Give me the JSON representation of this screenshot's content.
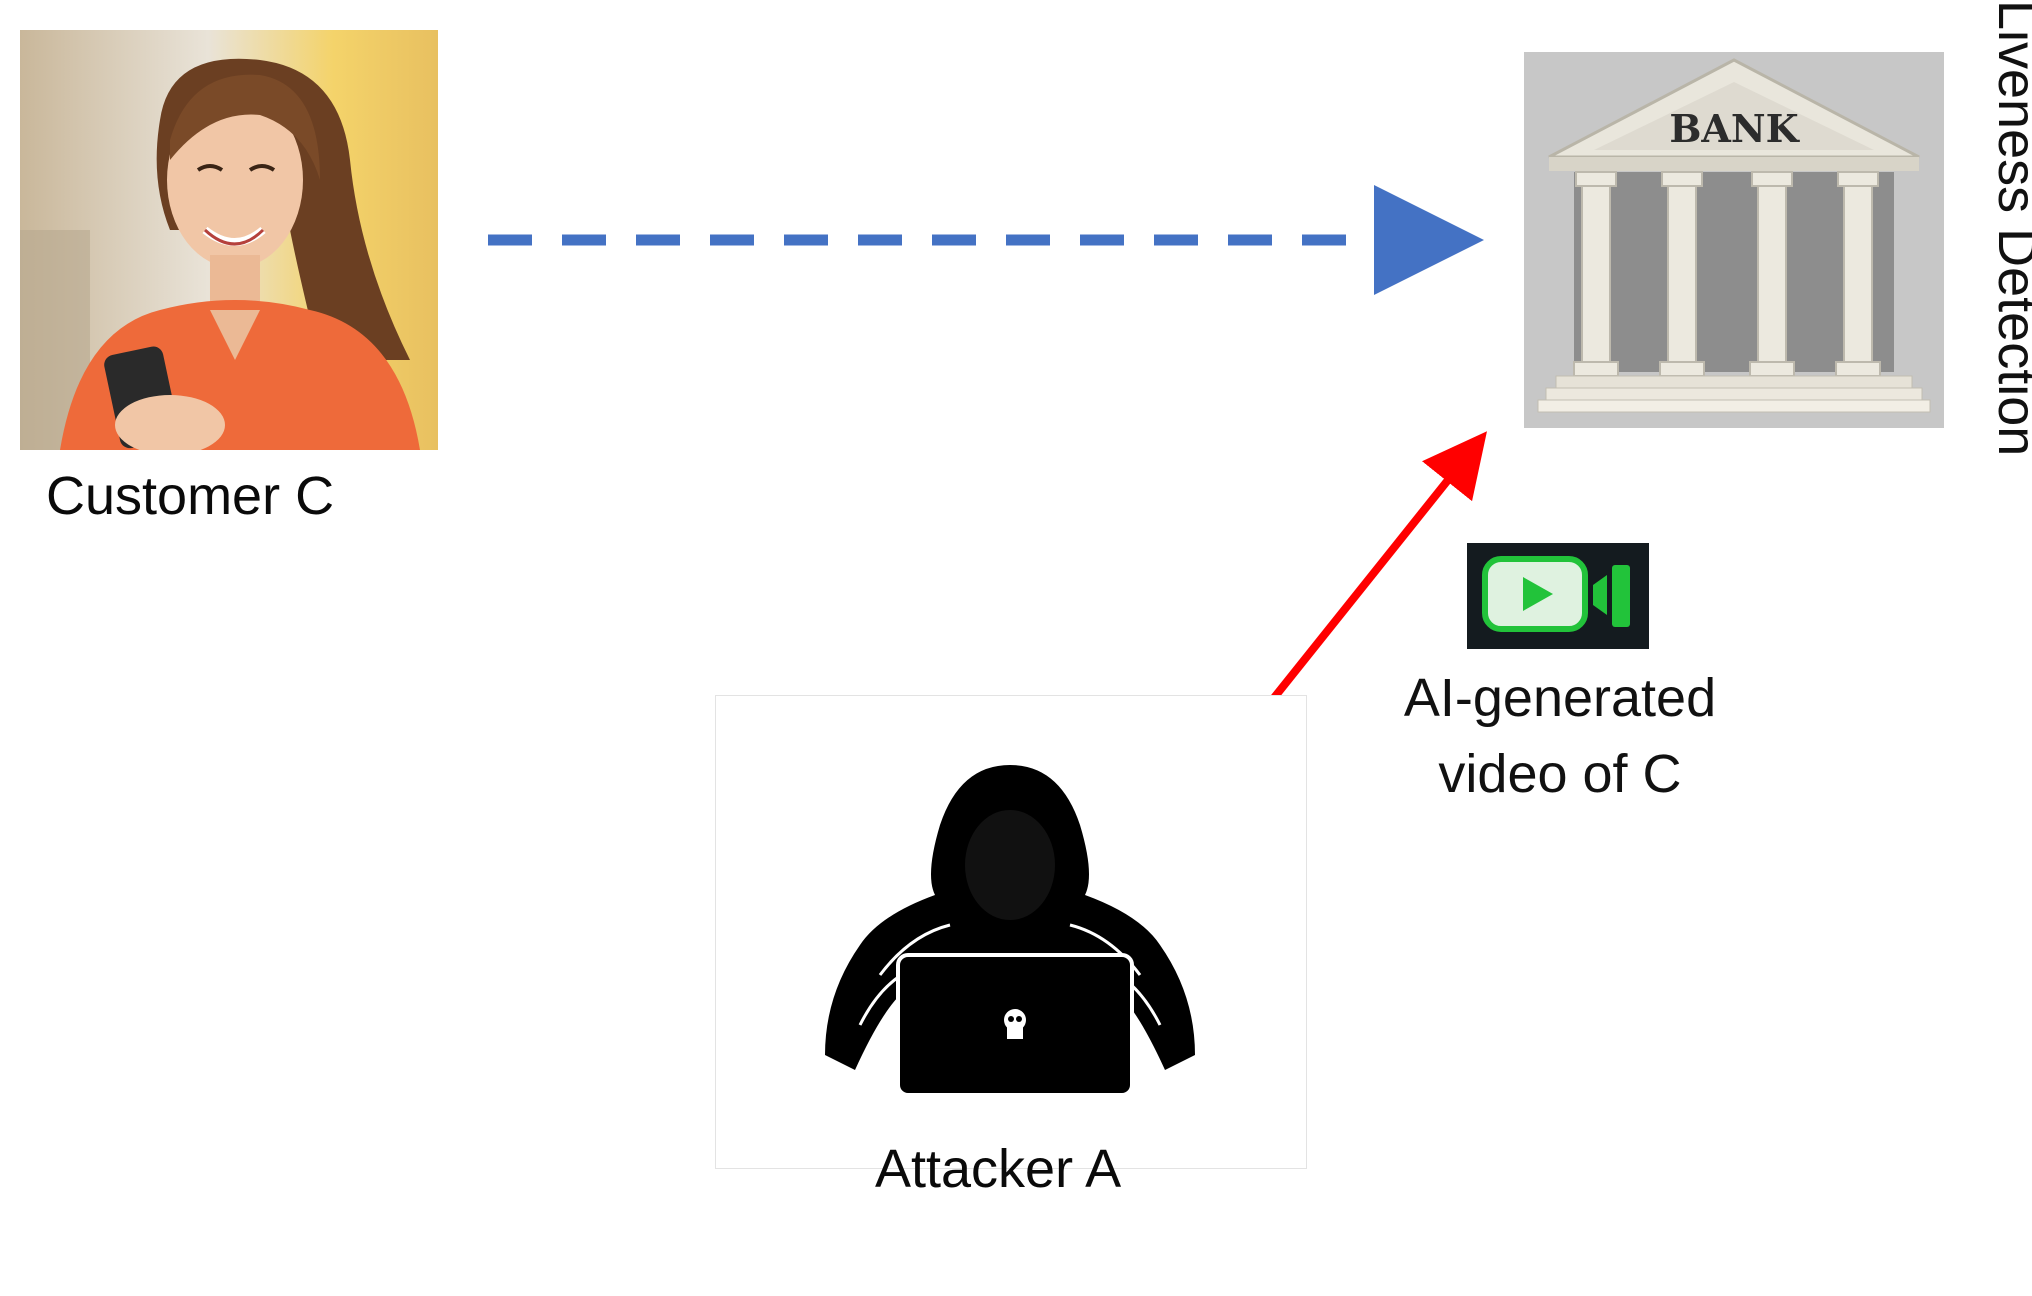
{
  "customer": {
    "label": "Customer C",
    "icon": "smiling-woman-with-phone"
  },
  "bank": {
    "sign_text": "BANK",
    "icon": "bank-building"
  },
  "liveness": {
    "label": "Liveness Detection"
  },
  "video": {
    "label_line1": "AI-generated",
    "label_line2": "video of C",
    "icon": "video-camera-icon"
  },
  "attacker": {
    "label": "Attacker A",
    "icon": "hooded-hacker-with-laptop"
  },
  "colors": {
    "legit_arrow": "#4472C4",
    "attack_arrow": "#FF0000",
    "video_green": "#22C33A"
  }
}
